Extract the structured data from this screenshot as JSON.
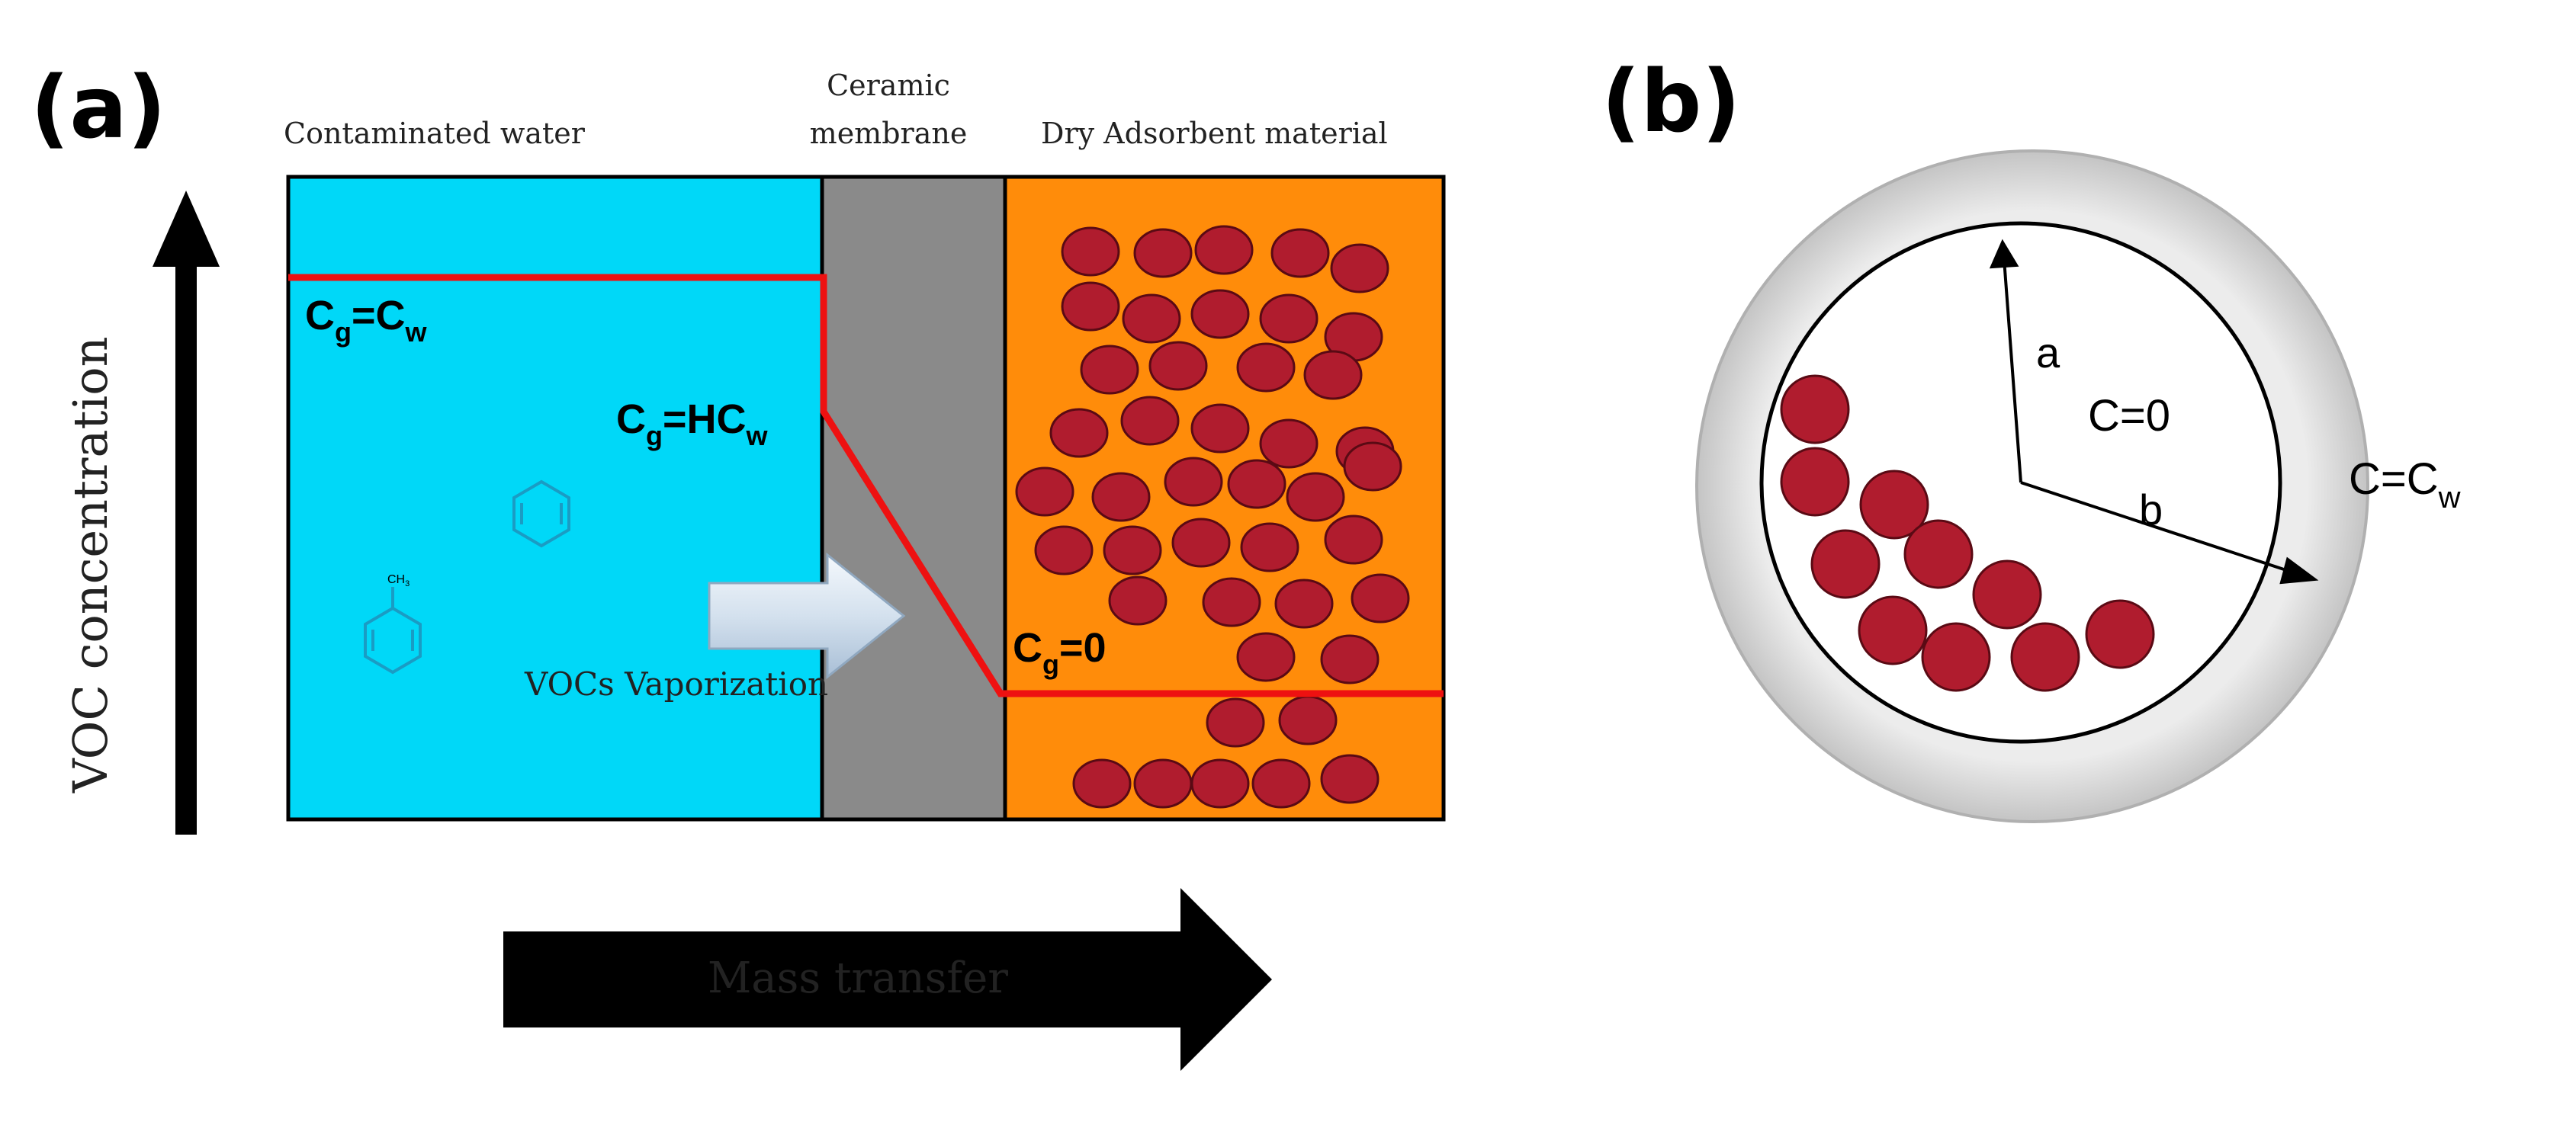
{
  "panel_a": {
    "label": "(a)",
    "region_labels": {
      "contaminated_water": "Contaminated water",
      "ceramic_membrane_line1": "Ceramic",
      "ceramic_membrane_line2": "membrane",
      "dry_adsorbent": "Dry Adsorbent material"
    },
    "y_axis_label": "VOC concentration",
    "x_arrow_label": "Mass transfer",
    "vaporization_label": "VOCs Vaporization",
    "toluene_methyl_label": "CH",
    "toluene_methyl_sub": "3",
    "equations": {
      "eq1": {
        "base": "C",
        "sub1": "g",
        "mid": "=C",
        "sub2": "w"
      },
      "eq2": {
        "base": "C",
        "sub1": "g",
        "mid": "=HC",
        "sub2": "w"
      },
      "eq3": {
        "base": "C",
        "sub1": "g",
        "mid": "=0"
      }
    },
    "colors": {
      "water": "#00d8f8",
      "membrane": "#8a8a8a",
      "adsorbent": "#ff8c0a",
      "particle": "#b01c2e",
      "profile_line": "#ee1111"
    }
  },
  "panel_b": {
    "label": "(b)",
    "radius_inner_label": "a",
    "radius_outer_label": "b",
    "inner_condition": "C=0",
    "outer_condition_base": "C=C",
    "outer_condition_sub": "w",
    "colors": {
      "shell": "#d3d3d3",
      "particle": "#b01c2e"
    }
  }
}
